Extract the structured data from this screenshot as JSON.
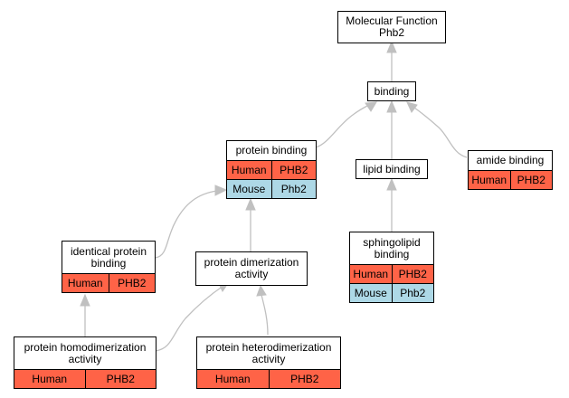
{
  "colors": {
    "human": "#ff6347",
    "mouse": "#add8e6",
    "edge": "#c0c0c0"
  },
  "nodes": {
    "molecular_function": {
      "label_line1": "Molecular Function",
      "label_line2": "Phb2"
    },
    "binding": {
      "label": "binding"
    },
    "protein_binding": {
      "label": "protein binding",
      "rows": [
        {
          "species": "Human",
          "gene": "PHB2"
        },
        {
          "species": "Mouse",
          "gene": "Phb2"
        }
      ]
    },
    "lipid_binding": {
      "label": "lipid binding"
    },
    "amide_binding": {
      "label": "amide binding",
      "rows": [
        {
          "species": "Human",
          "gene": "PHB2"
        }
      ]
    },
    "sphingolipid_binding": {
      "label_line1": "sphingolipid",
      "label_line2": "binding",
      "rows": [
        {
          "species": "Human",
          "gene": "PHB2"
        },
        {
          "species": "Mouse",
          "gene": "Phb2"
        }
      ]
    },
    "identical_protein_binding": {
      "label_line1": "identical protein",
      "label_line2": "binding",
      "rows": [
        {
          "species": "Human",
          "gene": "PHB2"
        }
      ]
    },
    "protein_dimerization_activity": {
      "label_line1": "protein dimerization",
      "label_line2": "activity"
    },
    "protein_homodimerization_activity": {
      "label_line1": "protein homodimerization",
      "label_line2": "activity",
      "rows": [
        {
          "species": "Human",
          "gene": "PHB2"
        }
      ]
    },
    "protein_heterodimerization_activity": {
      "label_line1": "protein heterodimerization",
      "label_line2": "activity",
      "rows": [
        {
          "species": "Human",
          "gene": "PHB2"
        }
      ]
    }
  },
  "edges": [
    {
      "from": "protein_homodimerization_activity",
      "to": "identical_protein_binding"
    },
    {
      "from": "protein_homodimerization_activity",
      "to": "protein_dimerization_activity"
    },
    {
      "from": "protein_heterodimerization_activity",
      "to": "protein_dimerization_activity"
    },
    {
      "from": "identical_protein_binding",
      "to": "protein_binding"
    },
    {
      "from": "protein_dimerization_activity",
      "to": "protein_binding"
    },
    {
      "from": "protein_binding",
      "to": "binding"
    },
    {
      "from": "lipid_binding",
      "to": "binding"
    },
    {
      "from": "amide_binding",
      "to": "binding"
    },
    {
      "from": "sphingolipid_binding",
      "to": "lipid_binding"
    },
    {
      "from": "binding",
      "to": "molecular_function"
    }
  ]
}
